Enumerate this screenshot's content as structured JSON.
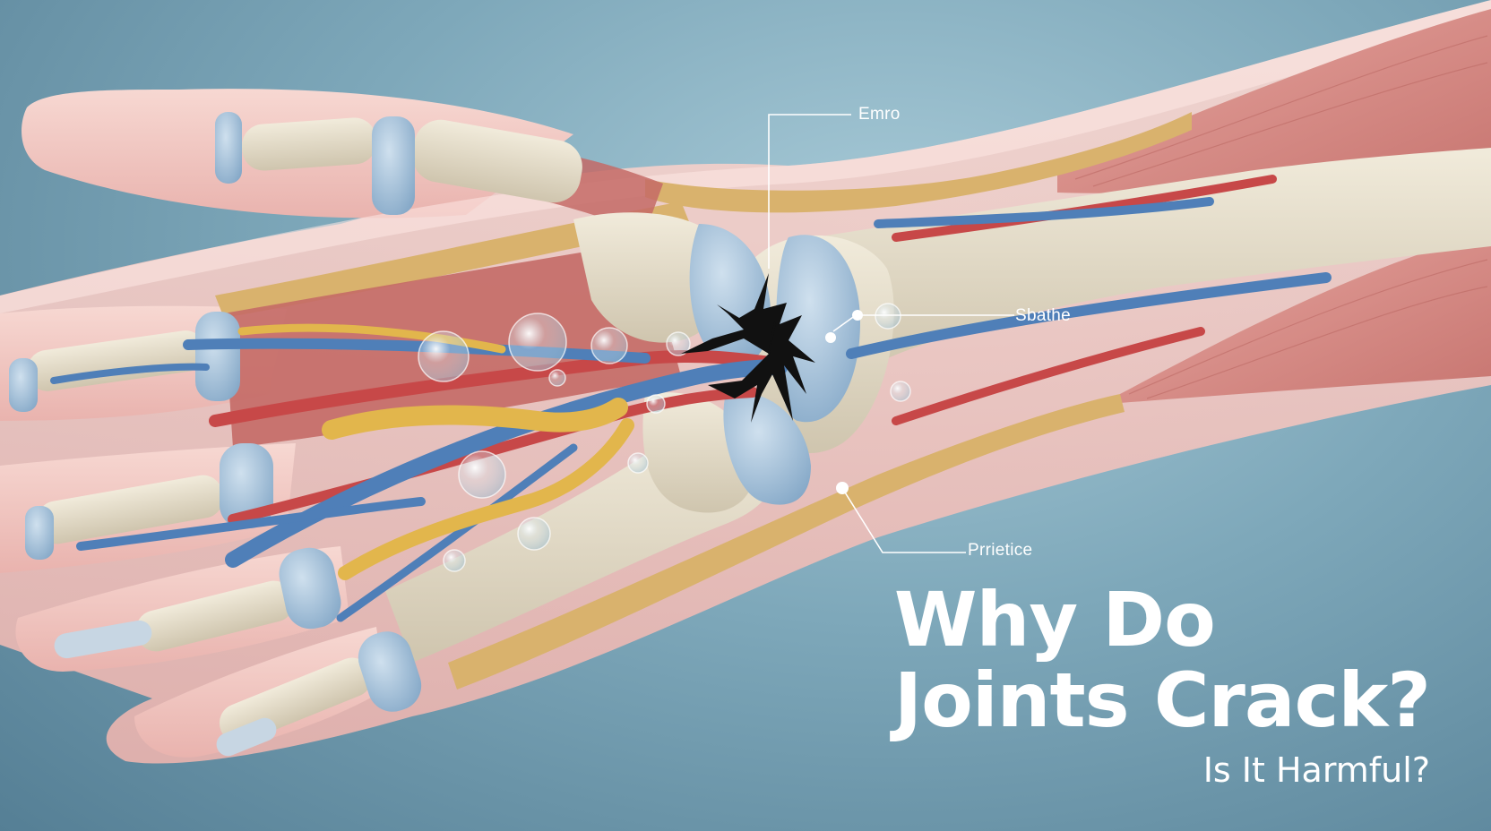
{
  "title": {
    "line1": "Why Do",
    "line2": "Joints Crack?"
  },
  "subtitle": "Is It Harmful?",
  "labels": {
    "top": "Emro",
    "middle": "Sbathe",
    "bottom": "Prrietice"
  },
  "colors": {
    "background": "#7ea8ba",
    "skin": "#f1c4bf",
    "bone": "#e6dfcc",
    "cartilage": "#a9c6dc",
    "muscle": "#d98f8a",
    "vein": "#4f7fb8",
    "artery": "#c74848",
    "nerve": "#e2b64c",
    "marrow": "#d9b26d",
    "text": "#ffffff"
  }
}
